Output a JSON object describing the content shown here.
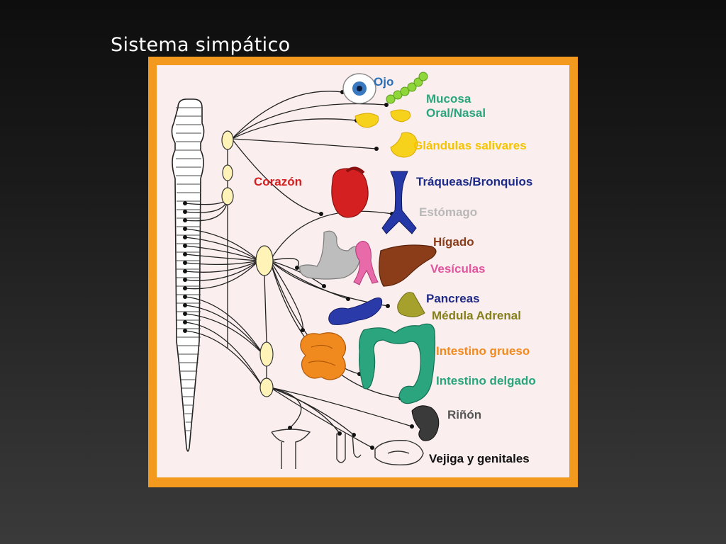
{
  "slide": {
    "title": "Sistema simpático"
  },
  "diagram": {
    "labels": {
      "ojo": "Ojo",
      "mucosa1": "Mucosa",
      "mucosa2": "Oral/Nasal",
      "glandulas": "Glándulas salivares",
      "corazon": "Corazón",
      "traqueas": "Tráqueas/Bronquios",
      "estomago": "Estómago",
      "higado": "Hígado",
      "vesiculas": "Vesículas",
      "pancreas": "Pancreas",
      "medula": "Médula Adrenal",
      "grueso": "Intestino grueso",
      "delgado": "Intestino delgado",
      "rinon": "Riñón",
      "vejiga": "Vejiga y genitales"
    },
    "colors": {
      "frame": "#f39a1e",
      "panel": "#fbeeee",
      "ojo": "#2a6fb5",
      "mucosa": "#2aa57e",
      "glandulas": "#f5c400",
      "corazon": "#d42020",
      "traqueas": "#1c2b8a",
      "estomago": "#b8b8b8",
      "higado": "#8b3d1a",
      "vesiculas": "#e0559e",
      "pancreas": "#1f2a88",
      "medula": "#858019",
      "grueso": "#f08a1e",
      "delgado": "#2aa57e",
      "rinon": "#555555",
      "vejiga": "#111111"
    }
  }
}
